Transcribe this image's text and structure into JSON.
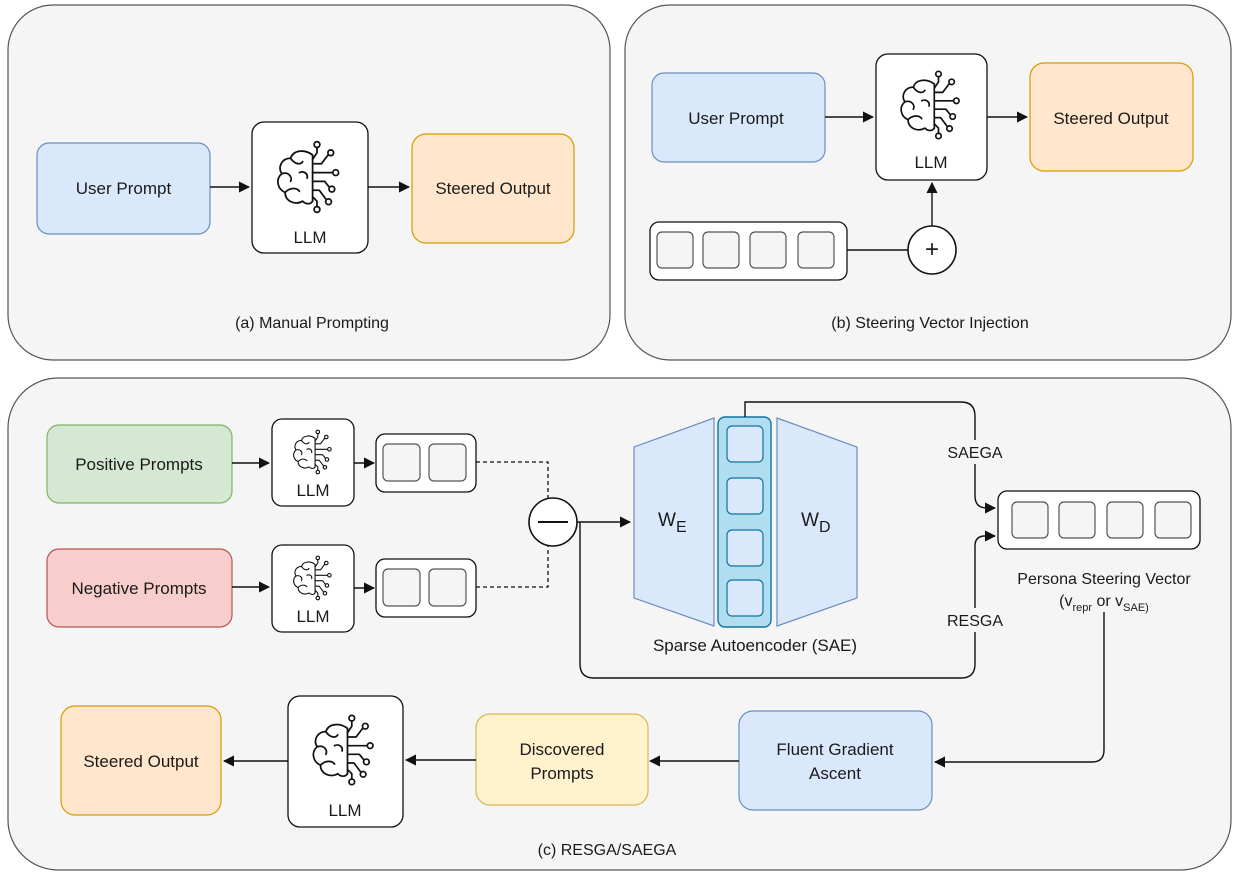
{
  "panels": {
    "manual": {
      "caption": "(a) Manual Prompting",
      "user_prompt": "User Prompt",
      "llm": "LLM",
      "output": "Steered Output"
    },
    "injection": {
      "caption": "(b) Steering Vector Injection",
      "user_prompt": "User Prompt",
      "llm": "LLM",
      "output": "Steered Output",
      "operator": "+"
    },
    "resga": {
      "caption": "(c) RESGA/SAEGA",
      "positive": "Positive Prompts",
      "negative": "Negative Prompts",
      "llm_pos": "LLM",
      "llm_neg": "LLM",
      "llm_final": "LLM",
      "encoder": {
        "base": "W",
        "sub": "E"
      },
      "decoder": {
        "base": "W",
        "sub": "D"
      },
      "sae_label": "Sparse Autoencoder (SAE)",
      "saega": "SAEGA",
      "resga": "RESGA",
      "vector_title": "Persona Steering Vector",
      "vector_formula": {
        "open": "(v",
        "sub1": "repr",
        "mid": " or v",
        "sub2": "SAE)"
      },
      "fluent": [
        "Fluent Gradient",
        "Ascent"
      ],
      "discovered": [
        "Discovered",
        "Prompts"
      ],
      "output": "Steered Output"
    }
  },
  "icons": {
    "llm": "brain-circuit-icon",
    "subtract": "minus-circle-icon",
    "add": "plus-circle-icon"
  },
  "colors": {
    "prompt_blue": "#dae8fc",
    "output_orange": "#ffe6cc",
    "positive_green": "#d5e8d4",
    "negative_red": "#f8cecc",
    "discovered_yellow": "#fff2cc",
    "latent_blue": "#b1ddf0"
  }
}
